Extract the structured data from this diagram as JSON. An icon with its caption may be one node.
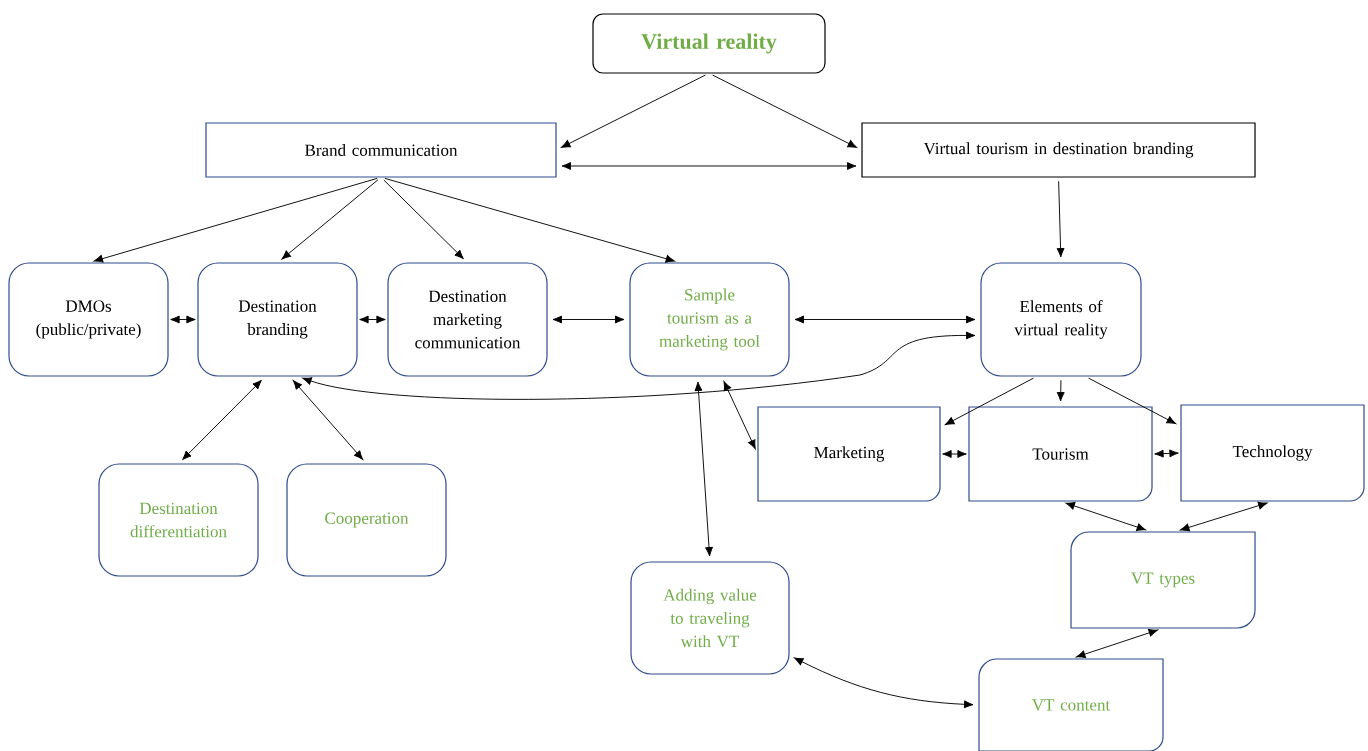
{
  "diagram": {
    "nodes": [
      {
        "text": [
          "Virtual reality"
        ]
      },
      {
        "text": [
          "Brand communication"
        ]
      },
      {
        "text": [
          "Virtual tourism in destination branding"
        ]
      },
      {
        "text": [
          "DMOs (public/private)"
        ]
      },
      {
        "text": [
          "Destination branding"
        ]
      },
      {
        "text": [
          "Destination marketing communication"
        ]
      },
      {
        "text": [
          "Sample tourism as a marketing tool"
        ]
      },
      {
        "text": [
          "Elements of virtual reality"
        ]
      },
      {
        "text": [
          "Marketing"
        ]
      },
      {
        "text": [
          "Tourism"
        ]
      },
      {
        "text": [
          "Technology"
        ]
      },
      {
        "text": [
          "Destination differentiation"
        ]
      },
      {
        "text": [
          "Cooperation"
        ]
      },
      {
        "text": [
          "VT types"
        ]
      },
      {
        "text": [
          "Adding value to traveling with VT"
        ]
      },
      {
        "text": [
          "VT content"
        ]
      }
    ],
    "edges": [
      {
        "from": 0,
        "to": 1,
        "arrow": "to"
      },
      {
        "from": 0,
        "to": 2,
        "arrow": "to"
      },
      {
        "from": 1,
        "to": 2,
        "arrow": "both"
      },
      {
        "from": 1,
        "to": 3,
        "arrow": "to"
      },
      {
        "from": 1,
        "to": 4,
        "arrow": "to"
      },
      {
        "from": 1,
        "to": 5,
        "arrow": "to"
      },
      {
        "from": 1,
        "to": 6,
        "arrow": "to"
      },
      {
        "from": 2,
        "to": 7,
        "arrow": "to"
      },
      {
        "from": 3,
        "to": 4,
        "arrow": "both"
      },
      {
        "from": 4,
        "to": 5,
        "arrow": "both"
      },
      {
        "from": 5,
        "to": 6,
        "arrow": "both"
      },
      {
        "from": 6,
        "to": 7,
        "arrow": "both"
      },
      {
        "from": 4,
        "to": 7,
        "arrow": "both"
      },
      {
        "from": 4,
        "to": 11,
        "arrow": "both"
      },
      {
        "from": 4,
        "to": 12,
        "arrow": "both"
      },
      {
        "from": 7,
        "to": 8,
        "arrow": "to"
      },
      {
        "from": 7,
        "to": 9,
        "arrow": "to"
      },
      {
        "from": 7,
        "to": 10,
        "arrow": "to"
      },
      {
        "from": 8,
        "to": 9,
        "arrow": "both"
      },
      {
        "from": 9,
        "to": 10,
        "arrow": "both"
      },
      {
        "from": 6,
        "to": 8,
        "arrow": "both"
      },
      {
        "from": 6,
        "to": 14,
        "arrow": "both"
      },
      {
        "from": 9,
        "to": 13,
        "arrow": "both"
      },
      {
        "from": 10,
        "to": 13,
        "arrow": "both"
      },
      {
        "from": 13,
        "to": 15,
        "arrow": "both"
      },
      {
        "from": 14,
        "to": 15,
        "arrow": "both"
      }
    ]
  }
}
